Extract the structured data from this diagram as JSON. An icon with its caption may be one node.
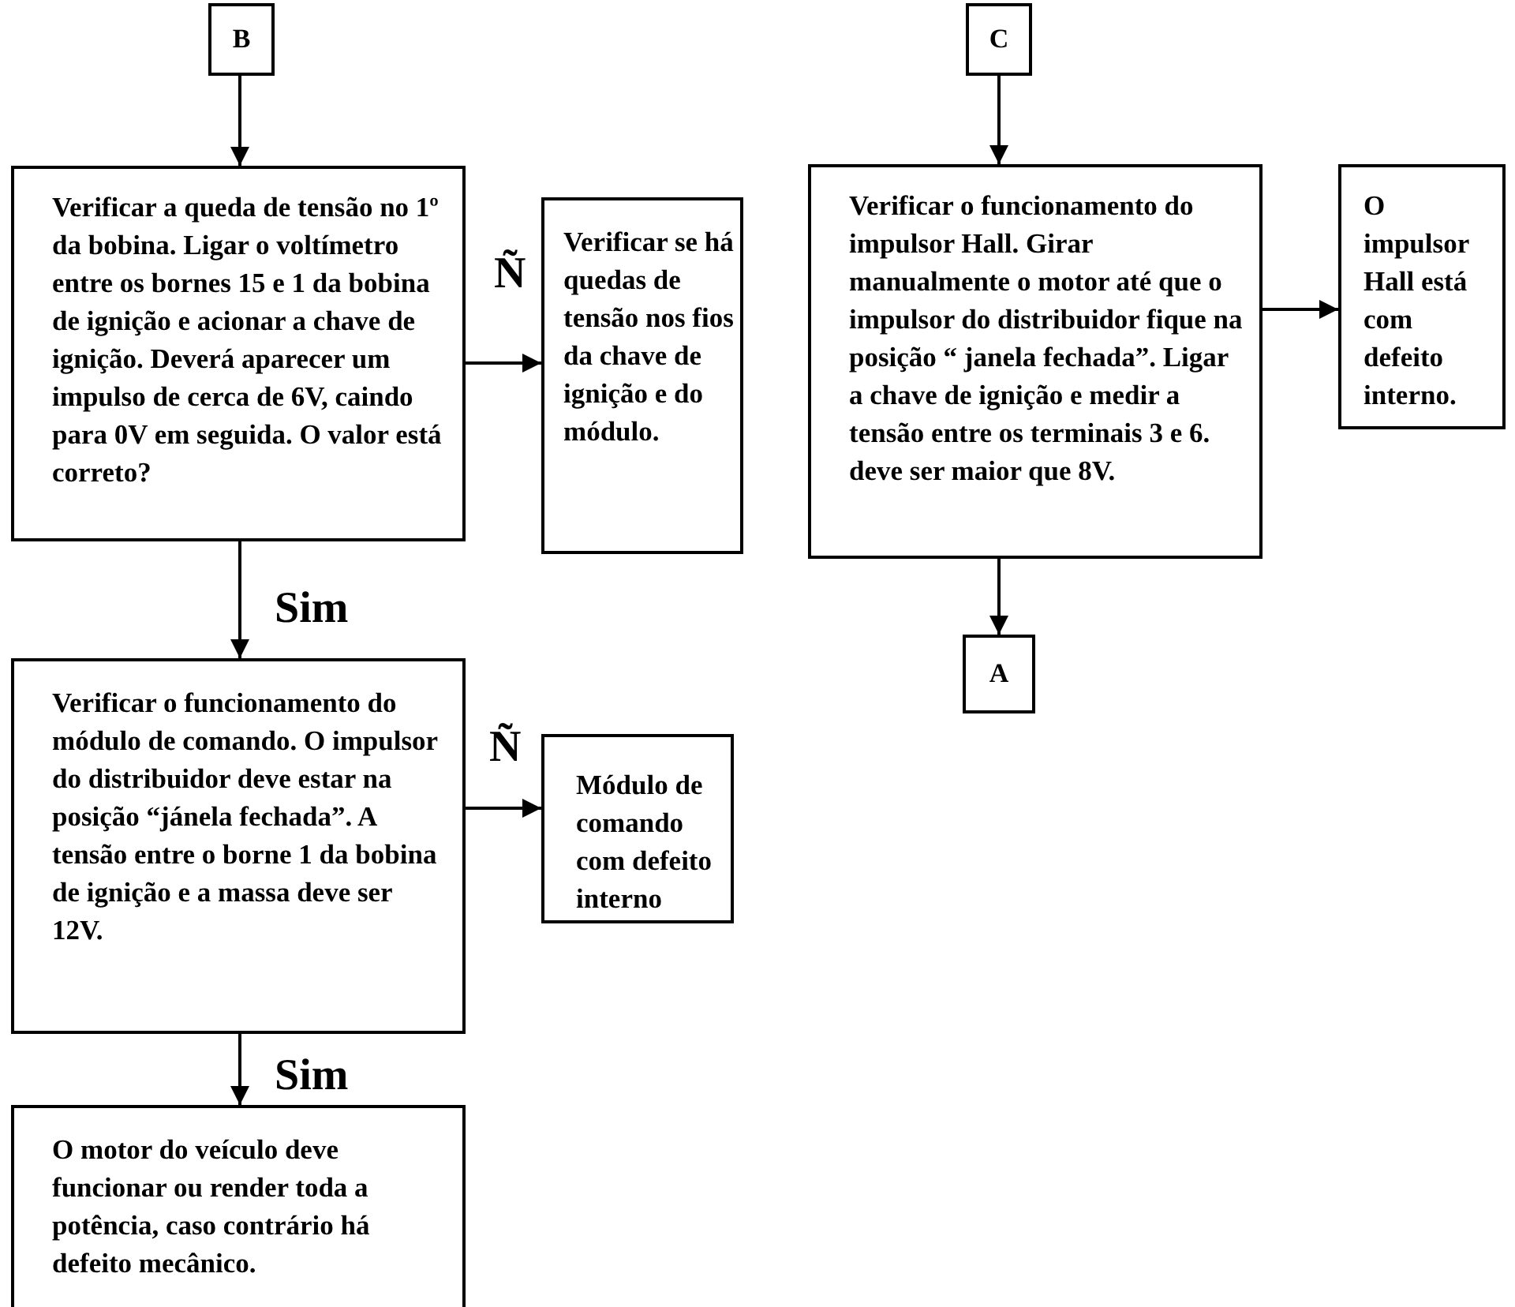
{
  "diagram": {
    "nodes": [
      {
        "text": [
          "B"
        ]
      },
      {
        "text": [
          "Verificar a queda de tensão no 1º da bobina. Ligar o voltímetro entre os bornes 15 e 1 da bobina de ignição e acionar a chave de ignição. Deverá aparecer um impulso de cerca de 6V, caindo para 0V em seguida. O valor está correto?"
        ]
      },
      {
        "text": [
          "Verificar se há quedas de tensão nos fios da chave de ignição e do módulo."
        ]
      },
      {
        "text": [
          "C"
        ]
      },
      {
        "text": [
          "Verificar o funcionamento do impulsor Hall. Girar manualmente o motor até que o impulsor do distribuidor fique na posição “ janela fechada”. Ligar a chave de ignição e medir a tensão entre os terminais 3 e 6. deve ser maior que 8V."
        ]
      },
      {
        "text": [
          "O impulsor Hall está com defeito interno."
        ]
      },
      {
        "text": [
          "A"
        ]
      },
      {
        "text": [
          "Verificar o funcionamento do módulo de comando. O impulsor do distribuidor deve estar na posição “jánela fechada”. A tensão entre o borne 1 da bobina de ignição e a massa deve ser 12V."
        ]
      },
      {
        "text": [
          "Módulo de comando com defeito interno"
        ]
      },
      {
        "text": [
          "O motor do veículo deve funcionar ou render toda a potência, caso contrário há defeito mecânico."
        ]
      }
    ],
    "edges": [
      {
        "from": 0,
        "to": 1,
        "arrow": "to"
      },
      {
        "from": 1,
        "to": 2,
        "arrow": "to",
        "label": "Ñ"
      },
      {
        "from": 1,
        "to": 7,
        "arrow": "to",
        "label": "Sim"
      },
      {
        "from": 3,
        "to": 4,
        "arrow": "to"
      },
      {
        "from": 4,
        "to": 5,
        "arrow": "to"
      },
      {
        "from": 4,
        "to": 6,
        "arrow": "to"
      },
      {
        "from": 7,
        "to": 8,
        "arrow": "to",
        "label": "Ñ"
      },
      {
        "from": 7,
        "to": 9,
        "arrow": "to",
        "label": "Sim"
      }
    ]
  }
}
